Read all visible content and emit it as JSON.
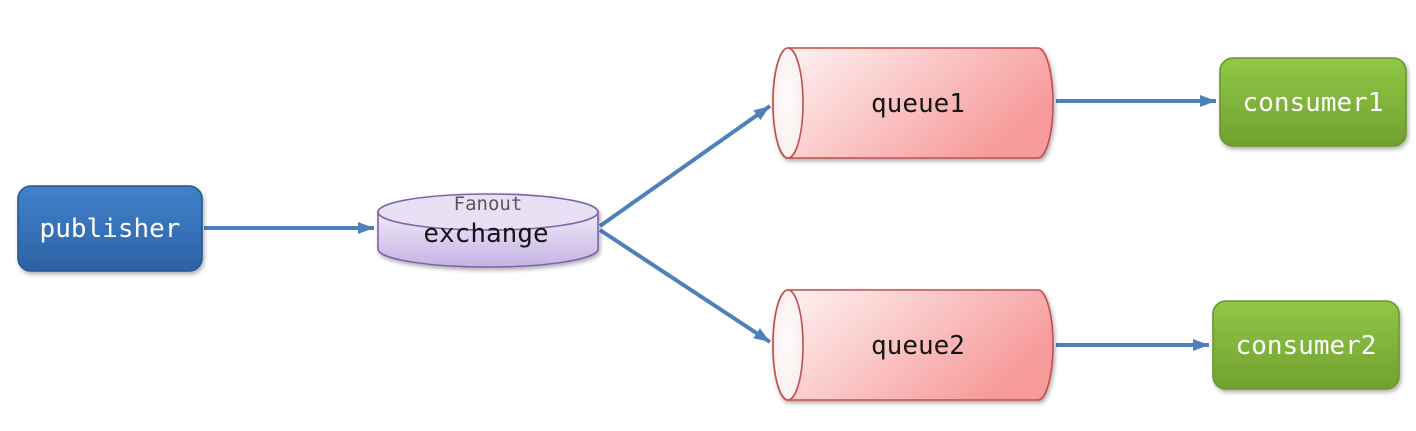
{
  "diagram": {
    "background": "#FFFFFF",
    "nodes": {
      "publisher": {
        "label": "publisher"
      },
      "exchange": {
        "sublabel": "Fanout",
        "label": "exchange"
      },
      "queue1": {
        "label": "queue1"
      },
      "queue2": {
        "label": "queue2"
      },
      "consumer1": {
        "label": "consumer1"
      },
      "consumer2": {
        "label": "consumer2"
      }
    },
    "edges": [
      {
        "from": "publisher",
        "to": "exchange"
      },
      {
        "from": "exchange",
        "to": "queue1"
      },
      {
        "from": "exchange",
        "to": "queue2"
      },
      {
        "from": "queue1",
        "to": "consumer1"
      },
      {
        "from": "queue2",
        "to": "consumer2"
      }
    ],
    "styles": {
      "arrow_color": "#4E81BC",
      "publisher": {
        "fill_top": "#4181CB",
        "fill_bottom": "#2D62A5",
        "stroke": "#27578F",
        "text_color": "#FFFFFF"
      },
      "exchange": {
        "body_top": "#EFE9F8",
        "body_bottom": "#C6B2E4",
        "lid_fill": "#E8E0F5",
        "stroke": "#7E64A8",
        "label_color": "#141414",
        "sublabel_color": "#595959"
      },
      "queue": {
        "body_light": "#FEF6F6",
        "body_dark": "#F79B9B",
        "end_fill": "#FBECEC",
        "stroke": "#C0504D",
        "label_color": "#141414"
      },
      "consumer": {
        "fill_top": "#90C845",
        "fill_bottom": "#71A031",
        "stroke": "#699630",
        "text_color": "#FFFFFF"
      }
    }
  }
}
